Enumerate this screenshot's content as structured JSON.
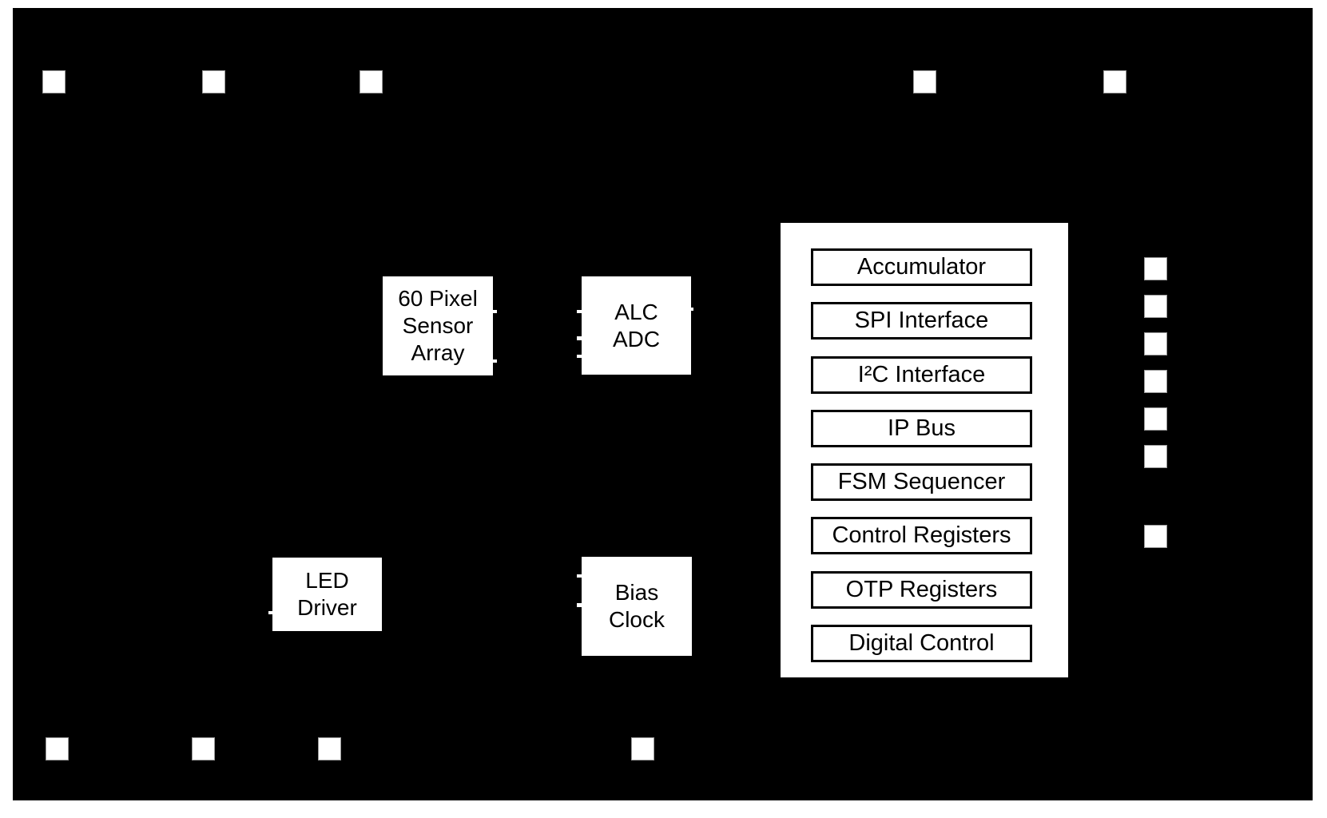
{
  "figure": {
    "kind": "chip-block-diagram",
    "blocks": {
      "sensor_array": {
        "lines": [
          "60 Pixel",
          "Sensor",
          "Array"
        ]
      },
      "alc_adc": {
        "lines": [
          "ALC",
          "ADC"
        ]
      },
      "led_driver": {
        "lines": [
          "LED",
          "Driver"
        ]
      },
      "bias_clock": {
        "lines": [
          "Bias",
          "Clock"
        ]
      }
    },
    "digital_panel": {
      "items": [
        "Accumulator",
        "SPI Interface",
        "I²C Interface",
        "IP Bus",
        "FSM Sequencer",
        "Control Registers",
        "OTP Registers",
        "Digital Control"
      ]
    },
    "pads": {
      "top_count": 5,
      "bottom_count": 4,
      "right_count": 7
    },
    "colors": {
      "die": "#000000",
      "block_fill": "#ffffff",
      "text": "#000000",
      "pad_fill": "#ffffff",
      "pad_border": "#9a9a9a",
      "panel_box_border": "#000000"
    }
  }
}
